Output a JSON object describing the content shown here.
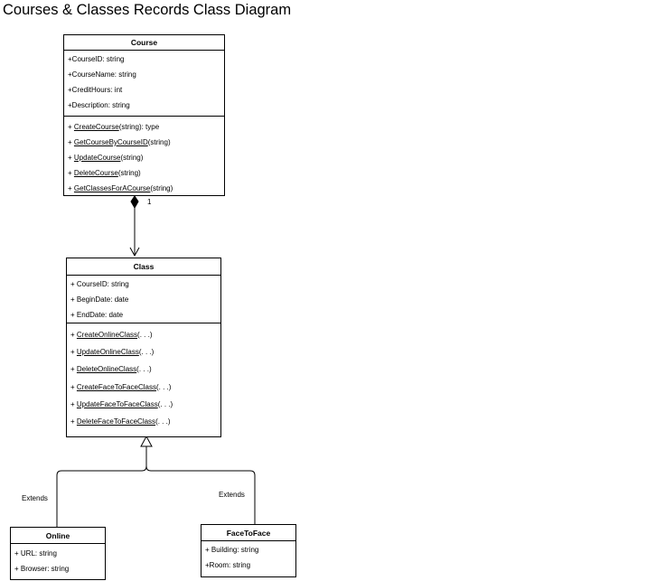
{
  "title": "Courses & Classes Records Class Diagram",
  "course": {
    "name": "Course",
    "attributes": [
      "+CourseID: string",
      "+CourseName: string",
      "+CreditHours: int",
      "+Description: string"
    ],
    "methods": [
      {
        "prefix": "+ ",
        "name": "CreateCourse",
        "suffix": "(string): type"
      },
      {
        "prefix": "+ ",
        "name": "GetCourseByCourseID",
        "suffix": "(string)"
      },
      {
        "prefix": "+ ",
        "name": "UpdateCourse",
        "suffix": "(string)"
      },
      {
        "prefix": "+ ",
        "name": "DeleteCourse",
        "suffix": "(string)"
      },
      {
        "prefix": "+ ",
        "name": "GetClassesForACourse",
        "suffix": "(string)"
      }
    ]
  },
  "class": {
    "name": "Class",
    "attributes": [
      "+ CourseID: string",
      "+ BeginDate: date",
      "+ EndDate: date"
    ],
    "methods": [
      {
        "prefix": "+ ",
        "name": "CreateOnlineClass",
        "suffix": "(. . .)"
      },
      {
        "prefix": "+ ",
        "name": "UpdateOnlineClass",
        "suffix": "(. . .)"
      },
      {
        "prefix": "+ ",
        "name": "DeleteOnlineClass",
        "suffix": "(. . .)"
      },
      {
        "prefix": "+ ",
        "name": "CreateFaceToFaceClass",
        "suffix": "(. . .)"
      },
      {
        "prefix": "+ ",
        "name": "UpdateFaceToFaceClass",
        "suffix": "(. . .)"
      },
      {
        "prefix": "+ ",
        "name": "DeleteFaceToFaceClass",
        "suffix": "(. . .)"
      }
    ]
  },
  "online": {
    "name": "Online",
    "attributes": [
      "+ URL: string",
      "+ Browser: string"
    ]
  },
  "facetoface": {
    "name": "FaceToFace",
    "attributes": [
      "+ Building: string",
      "+Room: string"
    ]
  },
  "composition": {
    "multiplicity": "1"
  },
  "inheritance": {
    "left_label": "Extends",
    "right_label": "Extends"
  }
}
